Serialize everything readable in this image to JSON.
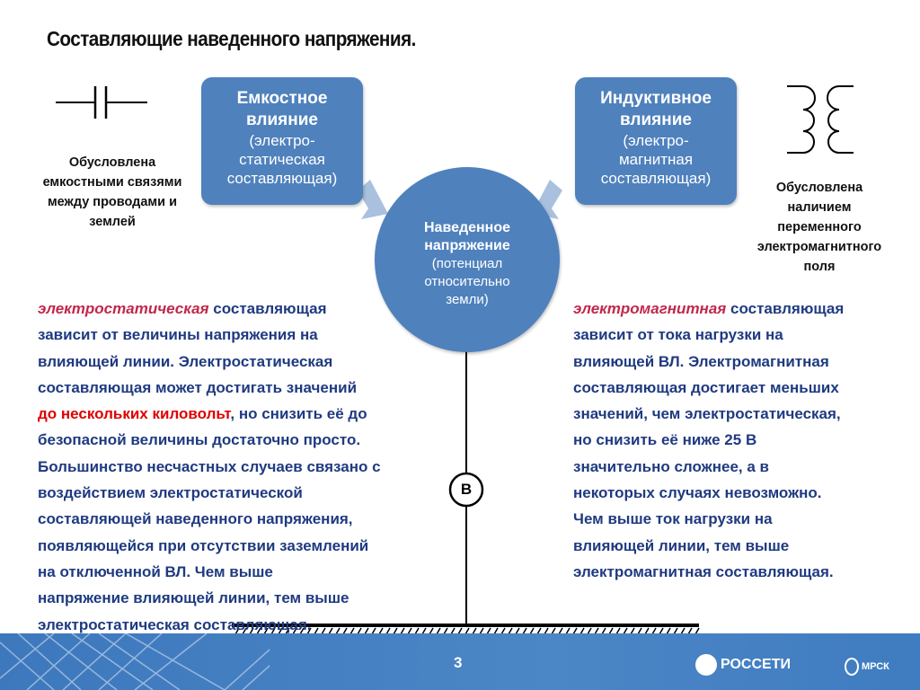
{
  "title": "Составляющие наведенного напряжения.",
  "capacitive_box": {
    "heading": [
      "Емкостное",
      "влияние"
    ],
    "sub": [
      "(электро-",
      "статическая",
      "составляющая)"
    ]
  },
  "inductive_box": {
    "heading": [
      "Индуктивное",
      "влияние"
    ],
    "sub": [
      "(электро-",
      "магнитная",
      "составляющая)"
    ]
  },
  "center_circle": {
    "heading": [
      "Наведенное",
      "напряжение"
    ],
    "sub": [
      "(потенциал",
      "относительно",
      "земли)"
    ]
  },
  "left_note": [
    "Обусловлена",
    "емкостными связями",
    "между проводами и",
    "землей"
  ],
  "right_note": [
    "Обусловлена",
    "наличием",
    "переменного",
    "электромагнитного",
    "поля"
  ],
  "meter_label": "В",
  "left_text": [
    [
      [
        "электростатическая",
        "em"
      ],
      [
        " составляющая",
        ""
      ]
    ],
    [
      [
        "зависит от величины напряжения на",
        ""
      ]
    ],
    [
      [
        "влияющей линии.  Электростатическая",
        ""
      ]
    ],
    [
      [
        "составляющая может достигать значений",
        ""
      ]
    ],
    [
      [
        "до нескольких киловольт",
        "red"
      ],
      [
        ", но снизить её до",
        ""
      ]
    ],
    [
      [
        "безопасной величины достаточно просто.",
        ""
      ]
    ],
    [
      [
        "Большинство несчастных случаев связано с",
        ""
      ]
    ],
    [
      [
        "воздействием электростатической",
        ""
      ]
    ],
    [
      [
        "составляющей наведенного напряжения,",
        ""
      ]
    ],
    [
      [
        "появляющейся при отсутствии заземлений",
        ""
      ]
    ],
    [
      [
        "на отключенной ВЛ. Чем выше",
        ""
      ]
    ],
    [
      [
        "напряжение влияющей линии, тем выше",
        ""
      ]
    ],
    [
      [
        "электростатическая составляющая.",
        ""
      ]
    ]
  ],
  "right_text": [
    [
      [
        "электромагнитная",
        "em"
      ],
      [
        " составляющая",
        ""
      ]
    ],
    [
      [
        "зависит от тока нагрузки на",
        ""
      ]
    ],
    [
      [
        "влияющей ВЛ. Электромагнитная",
        ""
      ]
    ],
    [
      [
        "составляющая достигает меньших",
        ""
      ]
    ],
    [
      [
        "значений, чем электростатическая,",
        ""
      ]
    ],
    [
      [
        "но снизить её ниже 25 В",
        ""
      ]
    ],
    [
      [
        "значительно сложнее, а в",
        ""
      ]
    ],
    [
      [
        "некоторых случаях невозможно.",
        ""
      ]
    ],
    [
      [
        "Чем выше ток нагрузки на",
        ""
      ]
    ],
    [
      [
        "влияющей линии, тем выше",
        ""
      ]
    ],
    [
      [
        "электромагнитная составляющая.",
        ""
      ]
    ]
  ],
  "footer": {
    "page_number": "3",
    "logo1": "РОССЕТИ",
    "logo2": "МРСК"
  }
}
